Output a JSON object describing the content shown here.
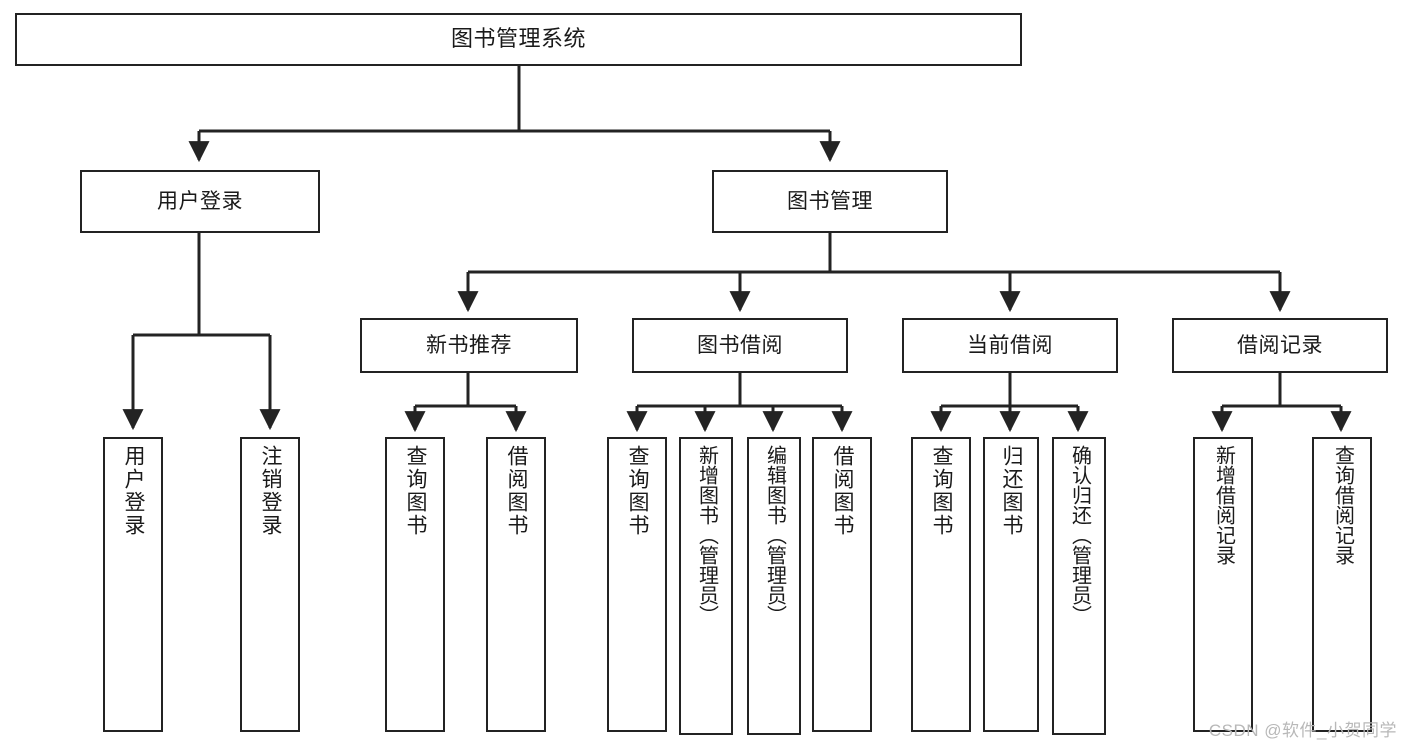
{
  "diagram": {
    "title": "图书管理系统",
    "type": "tree-hierarchy",
    "root": {
      "label": "图书管理系统"
    },
    "level2": {
      "user_login": "用户登录",
      "book_manage": "图书管理"
    },
    "level3": {
      "new_book_rec": "新书推荐",
      "book_borrow": "图书借阅",
      "current_borrow": "当前借阅",
      "borrow_record": "借阅记录"
    },
    "leaves": {
      "user_login_children": [
        "用户登录",
        "注销登录"
      ],
      "new_book_rec_children": [
        "查询图书",
        "借阅图书"
      ],
      "book_borrow_children": [
        "查询图书",
        "新增图书（管理员）",
        "编辑图书（管理员）",
        "借阅图书"
      ],
      "current_borrow_children": [
        "查询图书",
        "归还图书",
        "确认归还（管理员）"
      ],
      "borrow_record_children": [
        "新增借阅记录",
        "查询借阅记录"
      ]
    }
  },
  "watermark": {
    "text": "CSDN @软件_小贺同学"
  },
  "colors": {
    "stroke": "#232323",
    "background": "#ffffff",
    "text": "#1a1a1a",
    "watermark": "#b8b8b8"
  }
}
